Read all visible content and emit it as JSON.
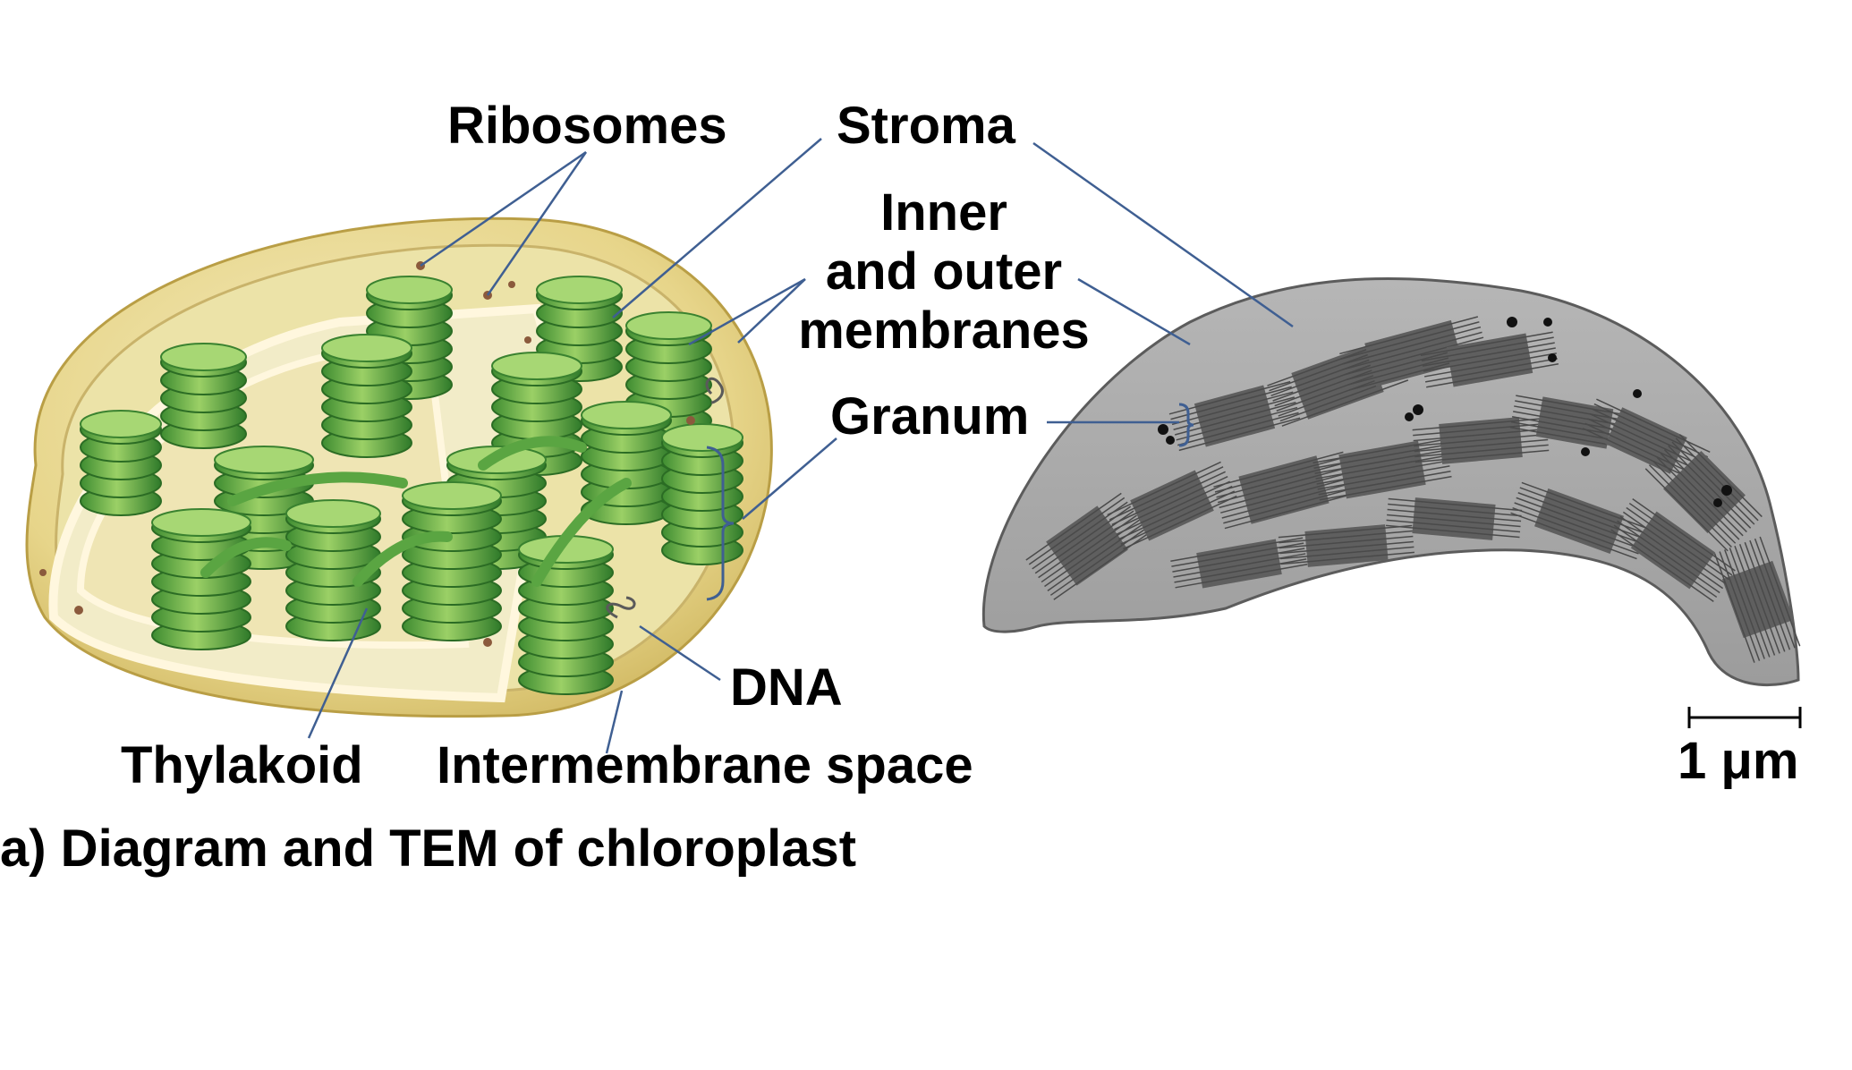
{
  "labels": {
    "ribosomes": "Ribosomes",
    "stroma": "Stroma",
    "inner_outer_1": "Inner",
    "inner_outer_2": "and outer",
    "inner_outer_3": "membranes",
    "granum": "Granum",
    "dna": "DNA",
    "thylakoid": "Thylakoid",
    "intermembrane_space": "Intermembrane space"
  },
  "caption": "a) Diagram and TEM of chloroplast",
  "scale_bar": "1 μm",
  "colors": {
    "outer_membrane": "#e7d58a",
    "stroma": "#ece3a8",
    "grana_light": "#8cc65a",
    "grana_dark": "#2f7a2a",
    "tem_background": "#a9a9a9",
    "tem_stack": "#5a5a5a",
    "leader_line": "#3f5f92"
  }
}
